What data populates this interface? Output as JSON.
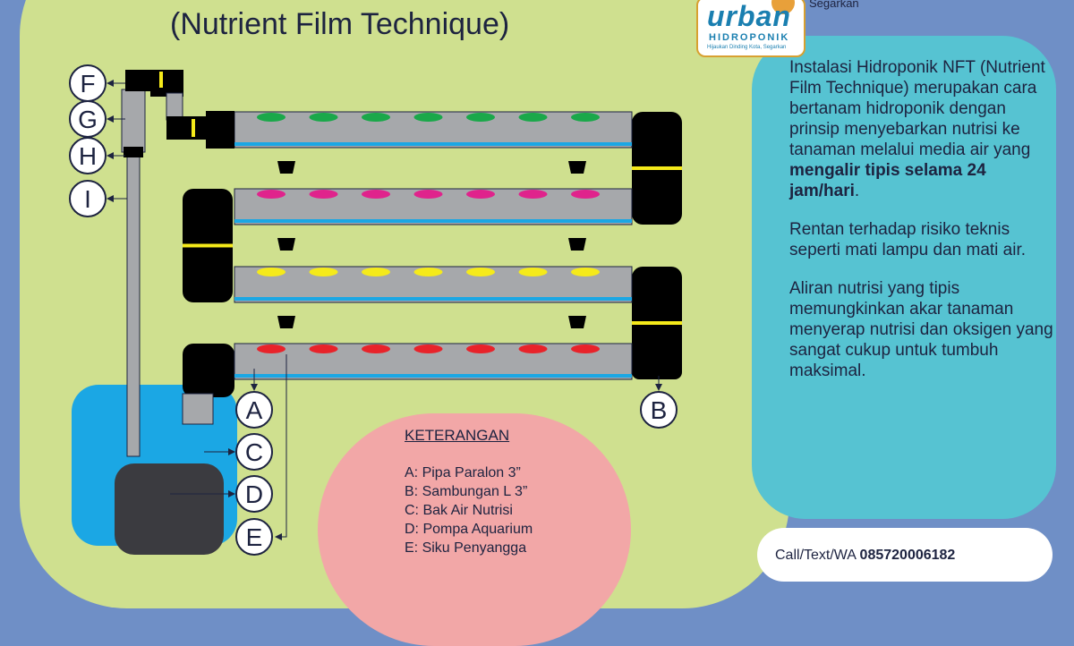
{
  "title": "(Nutrient Film Technique)",
  "brand": {
    "logo_word": "urban",
    "logo_sub": "HIDROPONIK",
    "logo_tagline": "Hijaukan Dinding Kota, Segarkan",
    "tagline": "Segarkan"
  },
  "info": {
    "p1_a": "Instalasi Hidroponik NFT (Nutrient Film Technique) merupakan cara bertanam hidroponik dengan prinsip menyebarkan nutrisi ke tanaman melalui media air yang ",
    "p1_bold": "mengalir tipis selama 24 jam/hari",
    "p1_end": ".",
    "p2": "Rentan terhadap risiko teknis seperti mati lampu dan mati air.",
    "p3": "Aliran nutrisi yang tipis memungkinkan akar tanaman menyerap nutrisi dan oksigen yang sangat cukup untuk tumbuh maksimal."
  },
  "contact": {
    "label": "Call/Text/WA ",
    "number": "085720006182"
  },
  "labels": {
    "A": "A",
    "B": "B",
    "C": "C",
    "D": "D",
    "E": "E",
    "F": "F",
    "G": "G",
    "H": "H",
    "I": "I"
  },
  "legend": {
    "title": "KETERANGAN",
    "items": [
      "A: Pipa Paralon 3”",
      "B: Sambungan L 3”",
      "C: Bak Air Nutrisi",
      "D: Pompa Aquarium",
      "E: Siku Penyangga"
    ]
  },
  "colors": {
    "row1_plants": "#1aa84a",
    "row2_plants": "#e0238c",
    "row3_plants": "#f5ea1a",
    "row4_plants": "#e8232a",
    "pipe": "#a6a8ab",
    "water": "#1ba7e4",
    "joint": "#000000",
    "band": "#f5ea1a"
  }
}
